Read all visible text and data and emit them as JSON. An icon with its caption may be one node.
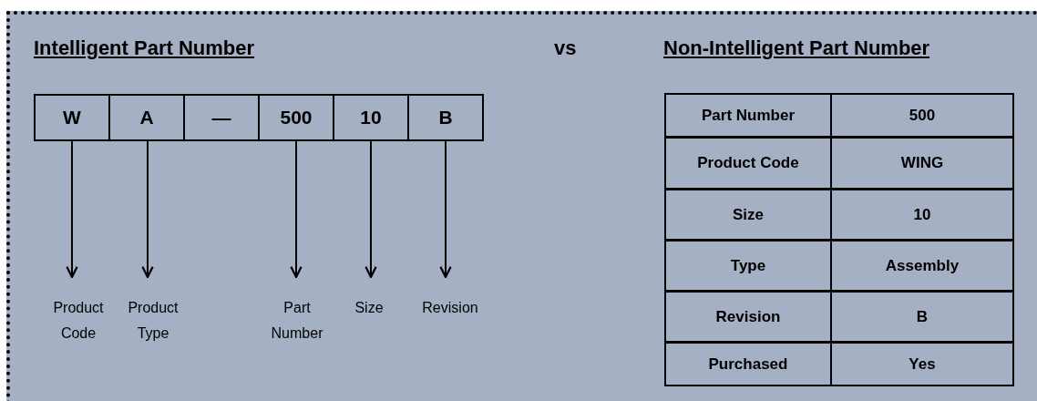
{
  "diagram": {
    "nodes": [
      {
        "text": [
          "W"
        ]
      },
      {
        "text": [
          "A"
        ]
      },
      {
        "text": [
          "—"
        ]
      },
      {
        "text": [
          "500"
        ]
      },
      {
        "text": [
          "10"
        ]
      },
      {
        "text": [
          "B"
        ]
      },
      {
        "text": [
          "Product Code"
        ]
      },
      {
        "text": [
          "Product Type"
        ]
      },
      {
        "text": [
          "Part Number"
        ]
      },
      {
        "text": [
          "Size"
        ]
      },
      {
        "text": [
          "Revision"
        ]
      }
    ],
    "edges": [
      {
        "from": 0,
        "to": 6,
        "arrow": "to"
      },
      {
        "from": 1,
        "to": 7,
        "arrow": "to"
      },
      {
        "from": 3,
        "to": 8,
        "arrow": "to"
      },
      {
        "from": 4,
        "to": 9,
        "arrow": "to"
      },
      {
        "from": 5,
        "to": 10,
        "arrow": "to"
      }
    ],
    "labels": [
      "Intelligent Part Number",
      "vs",
      "Non-Intelligent Part Number",
      "Part Number",
      "500",
      "Product Code",
      "WING",
      "Size",
      "10",
      "Type",
      "Assembly",
      "Revision",
      "B",
      "Purchased",
      "Yes"
    ]
  }
}
